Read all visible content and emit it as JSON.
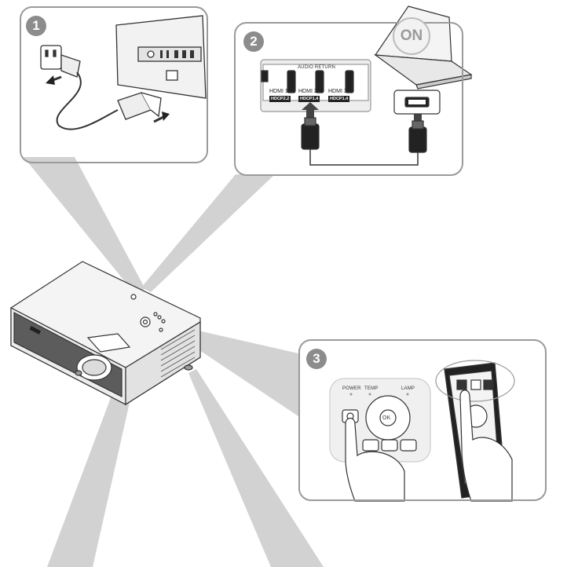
{
  "steps": [
    {
      "number": "1"
    },
    {
      "number": "2",
      "port_labels": {
        "audio_return": "AUDIO RETURN",
        "hdmi1": "HDMI 1",
        "hdmi2": "HDMI 2",
        "hdmi3": "HDMI 3",
        "hdcp1": "HDCP2.2",
        "hdcp2": "HDCP1.4",
        "hdcp3": "HDCP1.4"
      },
      "on_label": "ON"
    },
    {
      "number": "3",
      "keypad_labels": {
        "power": "POWER",
        "temp": "TEMP",
        "lamp": "LAMP",
        "ok": "OK"
      }
    }
  ],
  "colors": {
    "panel_border": "#9a9a9a",
    "badge": "#8c8c8c",
    "beam": "#cfcfcf",
    "line_art": "#333333"
  },
  "icons": [
    "plug-icon",
    "power-cord-icon",
    "hdmi-cable-icon",
    "laptop-icon",
    "finger-icon",
    "power-button-icon",
    "remote-control-icon",
    "projector-icon"
  ]
}
